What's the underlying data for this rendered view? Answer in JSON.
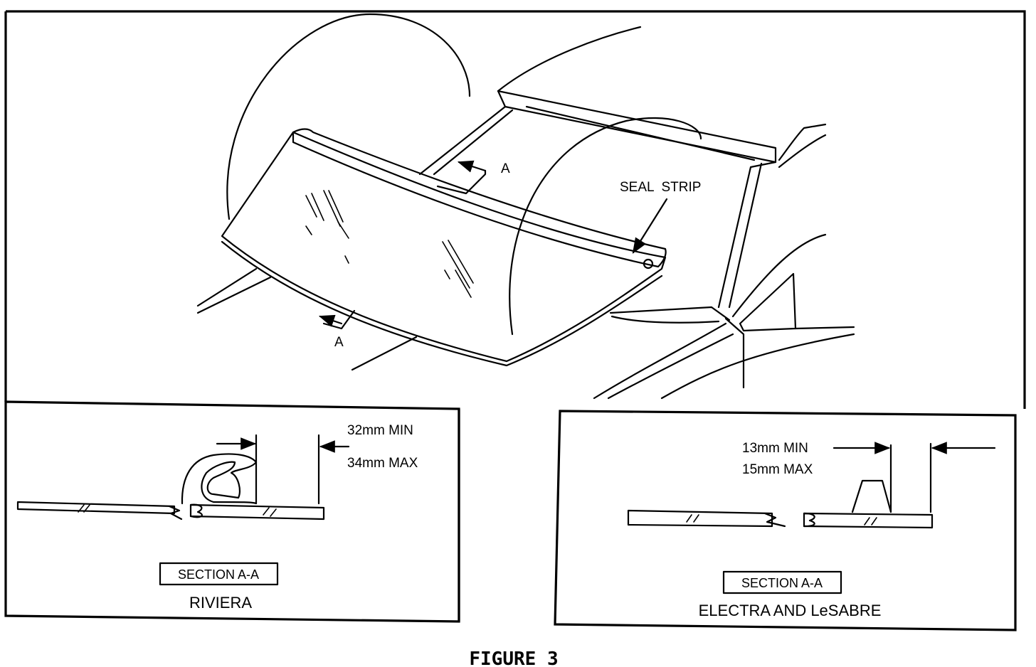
{
  "figure": {
    "caption": "FIGURE 3",
    "main_view": {
      "seal_strip_label": "SEAL  STRIP",
      "section_marker_top": "A",
      "section_marker_bottom": "A"
    },
    "left_panel": {
      "dim_min": "32mm MIN",
      "dim_max": "34mm MAX",
      "section_label": "SECTION A-A",
      "model": "RIVIERA"
    },
    "right_panel": {
      "dim_min": "13mm MIN",
      "dim_max": "15mm MAX",
      "section_label": "SECTION A-A",
      "model": "ELECTRA AND LeSABRE"
    }
  }
}
